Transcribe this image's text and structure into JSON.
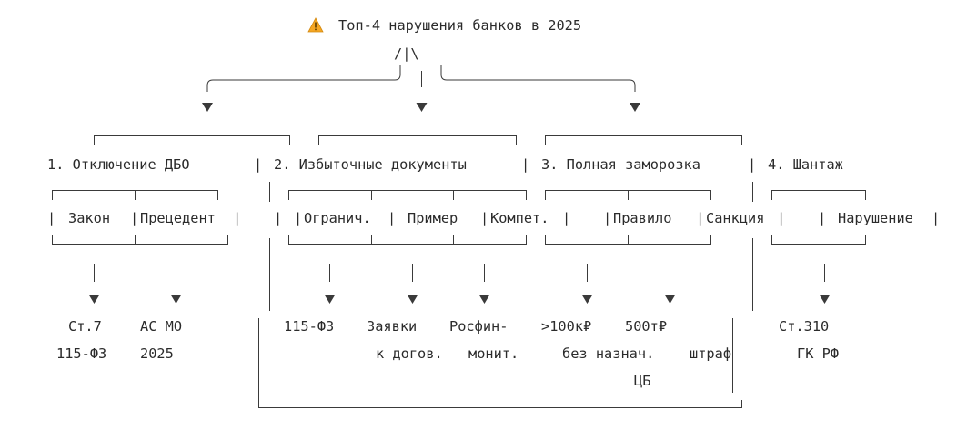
{
  "warning_icon": "warning-icon",
  "title": "Топ-4 нарушения банков в 2025",
  "root_glyph": "/|\\",
  "categories": [
    {
      "heading": "1. Отключение ДБО",
      "tags": [
        "Закон",
        "Прецедент"
      ],
      "leaves": [
        {
          "line1": "Ст.7",
          "line2": "115-ФЗ"
        },
        {
          "line1": "АС МО",
          "line2": "2025"
        }
      ]
    },
    {
      "heading": "2. Избыточные документы",
      "tags": [
        "Огранич.",
        "Пример",
        "Компет."
      ],
      "leaves": [
        {
          "line1": "115-ФЗ",
          "line2": ""
        },
        {
          "line1": "Заявки",
          "line2": "к догов."
        },
        {
          "line1": "Росфин-",
          "line2": "монит."
        }
      ]
    },
    {
      "heading": "3. Полная заморозка",
      "tags": [
        "Правило",
        "Санкция"
      ],
      "leaves": [
        {
          "line1": ">100к₽",
          "line2": "без назнач."
        },
        {
          "line1": "500т₽",
          "line2": "штраф",
          "line3": "ЦБ"
        }
      ]
    },
    {
      "heading": "4. Шантаж",
      "tags": [
        "Нарушение"
      ],
      "leaves": [
        {
          "line1": "Ст.310",
          "line2": "ГК РФ"
        }
      ]
    }
  ]
}
